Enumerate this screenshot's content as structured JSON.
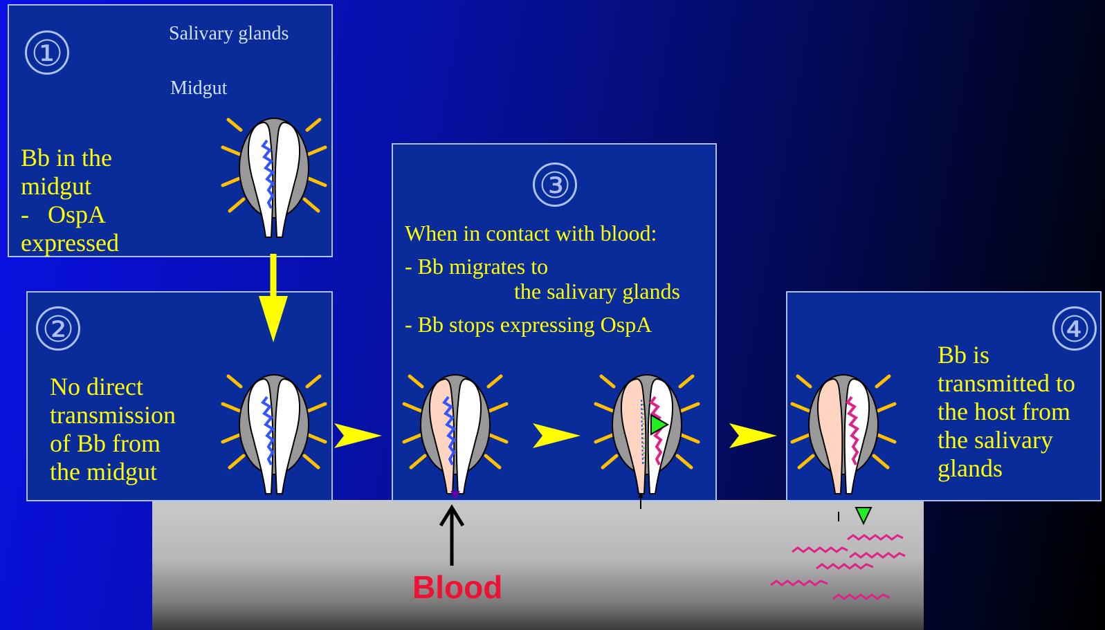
{
  "panel1": {
    "number": "①",
    "label_salivary": "Salivary glands",
    "label_midgut": "Midgut",
    "text_line1": "Bb in the",
    "text_line2": "midgut",
    "text_line3": "-   OspA",
    "text_line4": "expressed"
  },
  "panel2": {
    "number": "②",
    "text_line1": "No direct",
    "text_line2": "transmission",
    "text_line3": "of Bb from",
    "text_line4": "the midgut"
  },
  "panel3": {
    "number": "③",
    "text_line1": "When in contact with blood:",
    "text_line2": "- Bb migrates to",
    "text_line3": "the salivary glands",
    "text_line4": "- Bb stops expressing OspA"
  },
  "panel4": {
    "number": "④",
    "text_line1": "Bb is",
    "text_line2": "transmitted to",
    "text_line3": "the host from",
    "text_line4": "the salivary",
    "text_line5": "glands"
  },
  "blood_label": "Blood",
  "colors": {
    "panel_fill": "#0a2c9a",
    "panel_border": "#aebff2",
    "text": "#ffff00",
    "bacteria_midgut": "#3355ff",
    "bacteria_salivary": "#dd2288",
    "ospa_marker": "#22ee22",
    "blood": "#ee1133",
    "legs": "#ffc000"
  }
}
